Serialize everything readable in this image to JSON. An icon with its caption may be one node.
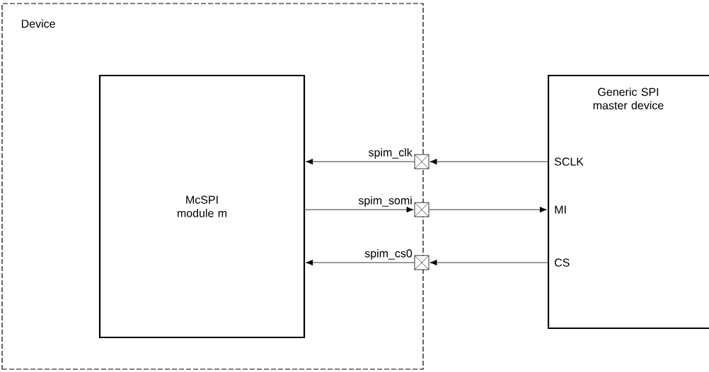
{
  "diagram": {
    "nodes": [
      {
        "text": [
          "Device"
        ]
      },
      {
        "text": [
          "McSPI module m"
        ],
        "in": 0
      },
      {
        "text": [
          "Generic SPI master device",
          "SCLK",
          "MI",
          "CS"
        ]
      },
      {
        "text": [],
        "shape": "box"
      },
      {
        "text": [],
        "shape": "box"
      },
      {
        "text": [],
        "shape": "box"
      }
    ],
    "edges": [
      {
        "from": 3,
        "to": 1,
        "arrow": "to",
        "label": "spim_clk"
      },
      {
        "from": 1,
        "to": 4,
        "arrow": "to",
        "label": "spim_somi"
      },
      {
        "from": 5,
        "to": 1,
        "arrow": "to",
        "label": "spim_cs0"
      },
      {
        "from": 2,
        "to": 3,
        "arrow": "to"
      },
      {
        "from": 4,
        "to": 2,
        "arrow": "to"
      },
      {
        "from": 2,
        "to": 5,
        "arrow": "to"
      }
    ]
  }
}
